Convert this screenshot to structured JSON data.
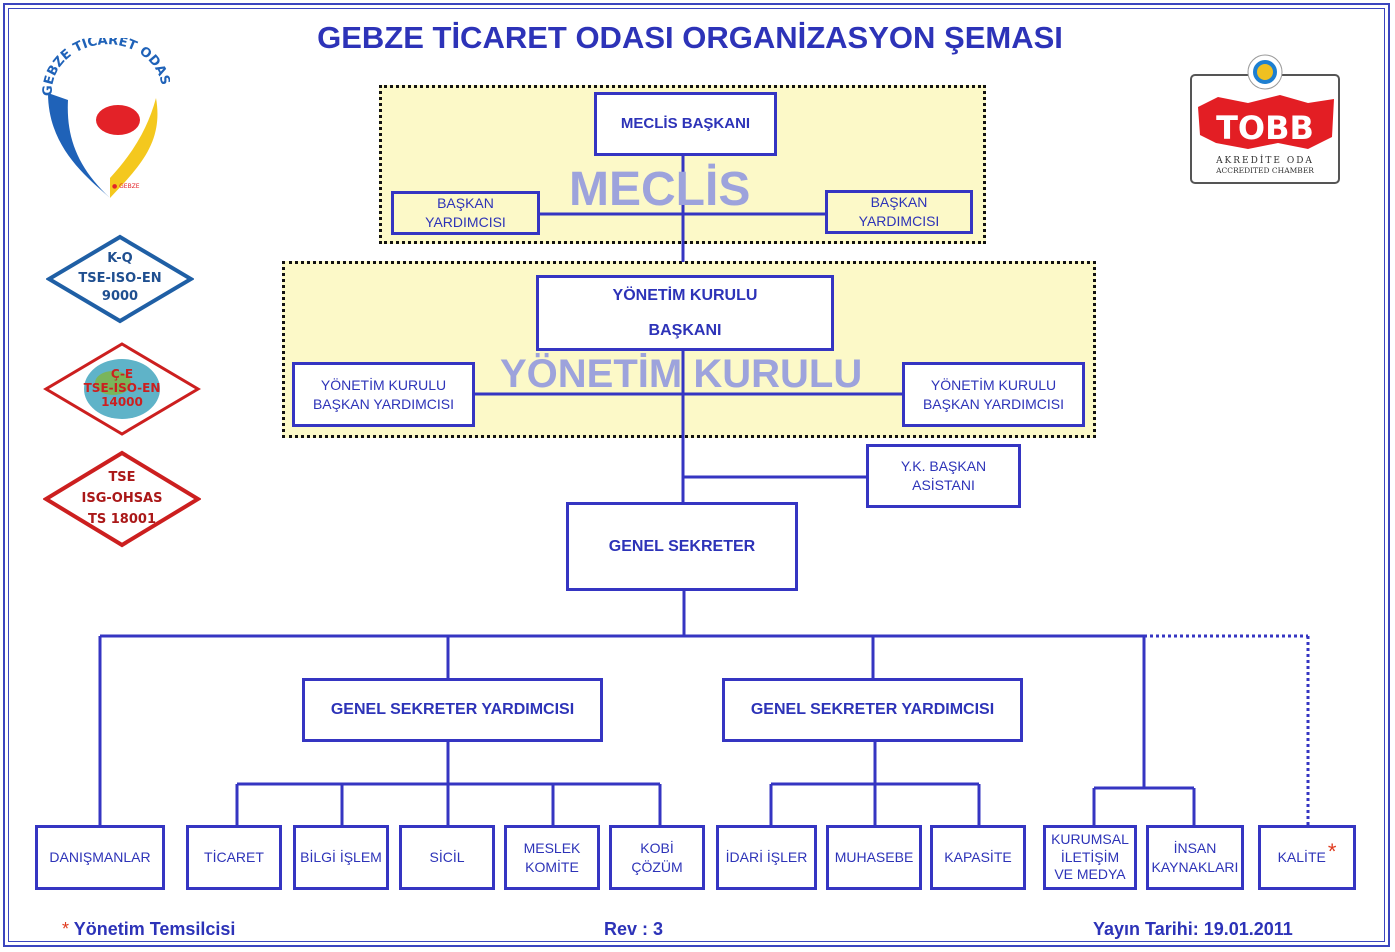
{
  "title": "GEBZE TİCARET ODASI ORGANİZASYON ŞEMASI",
  "groups": {
    "meclis": "MECLİS",
    "yonetim": "YÖNETİM KURULU"
  },
  "boxes": {
    "meclis_baskani": "MECLİS  BAŞKANI",
    "baskan_yrd_left": "BAŞKAN\nYARDIMCISI",
    "baskan_yrd_right": "BAŞKAN\nYARDIMCISI",
    "yk_baskani": "YÖNETİM KURULU\n\nBAŞKANI",
    "yk_yrd_left": "YÖNETİM KURULU\nBAŞKAN YARDIMCISI",
    "yk_yrd_right": "YÖNETİM KURULU\nBAŞKAN YARDIMCISI",
    "yk_asistan": "Y.K. BAŞKAN\nASİSTANI",
    "genel_sekreter": "GENEL SEKRETER",
    "gsy_left": "GENEL SEKRETER YARDIMCISI",
    "gsy_right": "GENEL SEKRETER YARDIMCISI",
    "danismanlar": "DANIŞMANLAR",
    "ticaret": "TİCARET",
    "bilgi_islem": "BİLGİ İŞLEM",
    "sicil": "SİCİL",
    "meslek_komite": "MESLEK\nKOMİTE",
    "kobi_cozum": "KOBİ\nÇÖZÜM",
    "idari_isler": "İDARİ İŞLER",
    "muhasebe": "MUHASEBE",
    "kapasite": "KAPASİTE",
    "kurumsal": "KURUMSAL\nİLETİŞİM\nVE MEDYA",
    "insan_kaynaklari": "İNSAN\nKAYNAKLARI",
    "kalite": "KALİTE",
    "kalite_star": "*"
  },
  "logos": {
    "gto": "GEBZE TİCARET ODASI",
    "gto_small": "● GEBZE",
    "tobb": "TOBB",
    "tobb_sub1": "AKREDİTE ODA",
    "tobb_sub2": "ACCREDITED CHAMBER",
    "kq": "K-Q\nTSE-ISO-EN\n9000",
    "ce": "Ç-E\nTSE-ISO-EN\n14000",
    "isg": "TSE\nISG-OHSAS\nTS 18001"
  },
  "footer": {
    "star": "*",
    "rep": "Yönetim Temsilcisi",
    "rev": "Rev : 3",
    "date": "Yayın Tarihi: 19.01.2011"
  },
  "colors": {
    "primary": "#2d33b8",
    "line": "#3535c2",
    "group_fill": "#fcf9c8",
    "accent": "#e03a1e"
  }
}
